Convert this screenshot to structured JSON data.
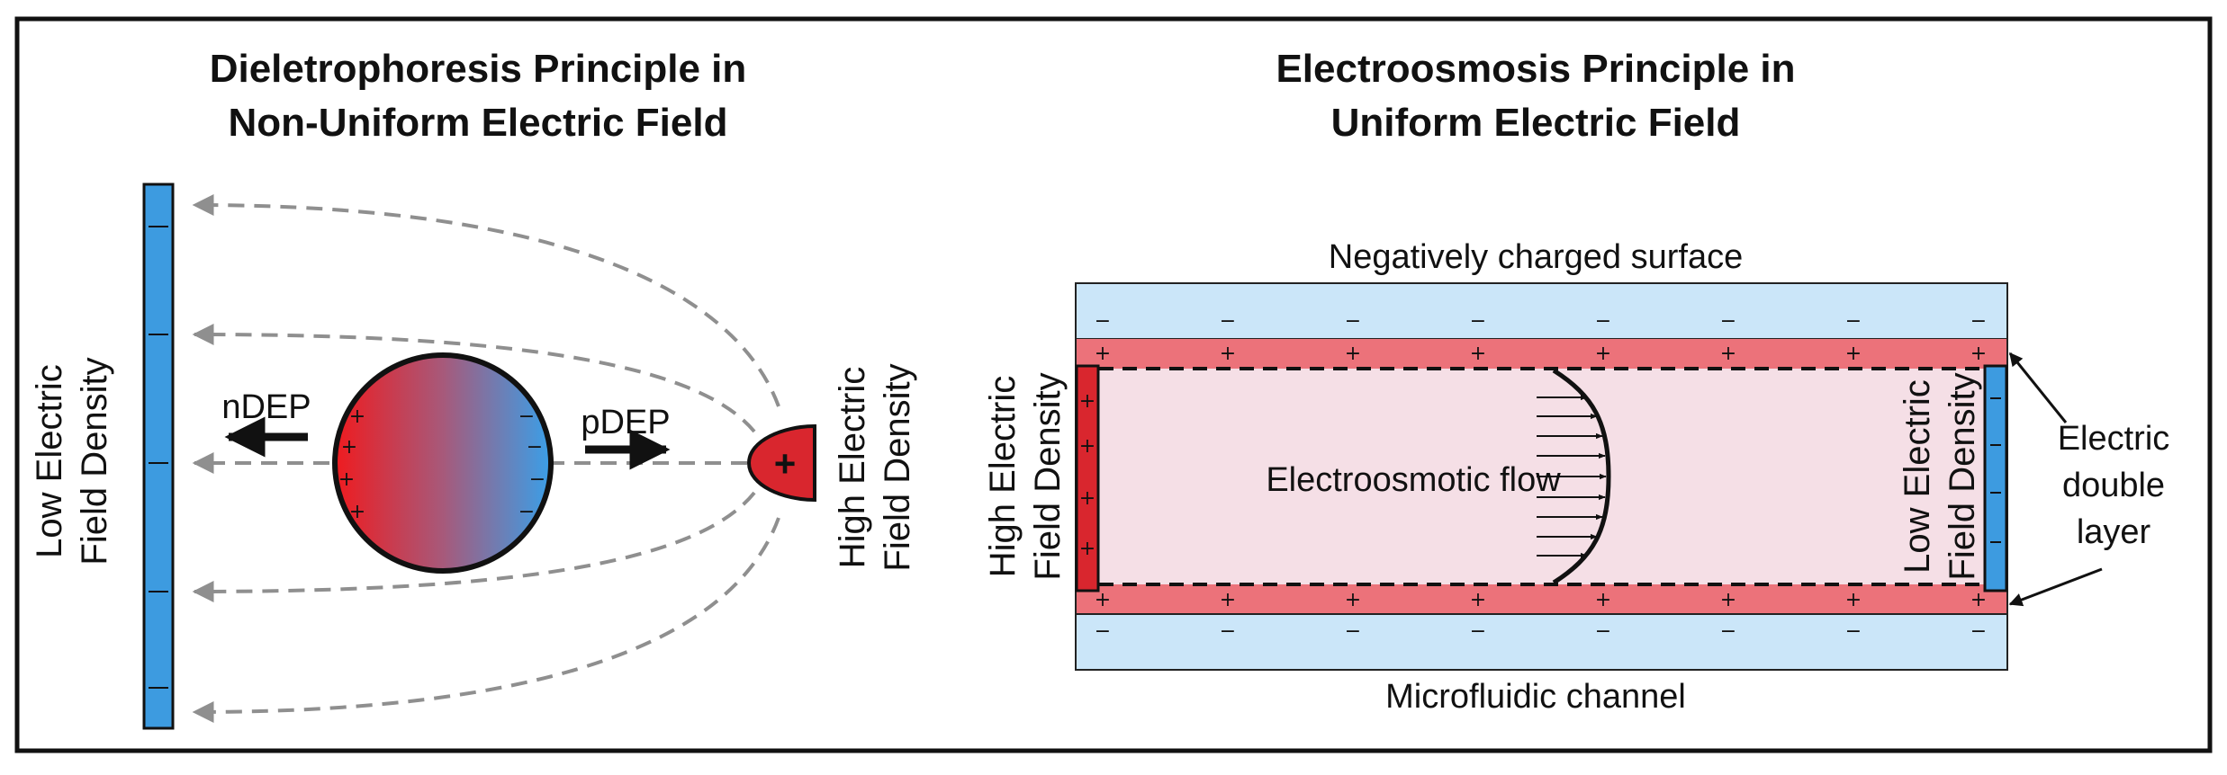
{
  "left_panel": {
    "title_line1": "Dieletrophoresis Principle in",
    "title_line2": "Non-Uniform Electric Field",
    "low_density_line1": "Low Electric",
    "low_density_line2": "Field Density",
    "high_density_line1": "High Electric",
    "high_density_line2": "Field Density",
    "ndep": "nDEP",
    "pdep": "pDEP",
    "electrode_sign": "+",
    "particle_pos_sign": "+",
    "particle_neg_sign": "−"
  },
  "right_panel": {
    "title_line1": "Electroosmosis Principle in",
    "title_line2": "Uniform Electric Field",
    "top_caption": "Negatively charged surface",
    "bottom_caption": "Microfluidic channel",
    "flow_label": "Electroosmotic flow",
    "high_density_line1": "High Electric",
    "high_density_line2": "Field Density",
    "low_density_line1": "Low Electric",
    "low_density_line2": "Field Density",
    "edl_line1": "Electric",
    "edl_line2": "double",
    "edl_line3": "layer",
    "pos_sign": "+",
    "neg_sign": "−"
  },
  "colors": {
    "electrode_blue": "#3d9be0",
    "electrode_red": "#d9262e",
    "edl_pink": "#ec727a",
    "channel_light_pink": "#f5dfe6",
    "surface_light_blue": "#cbe6f9",
    "field_line_gray": "#8f8f8f"
  }
}
